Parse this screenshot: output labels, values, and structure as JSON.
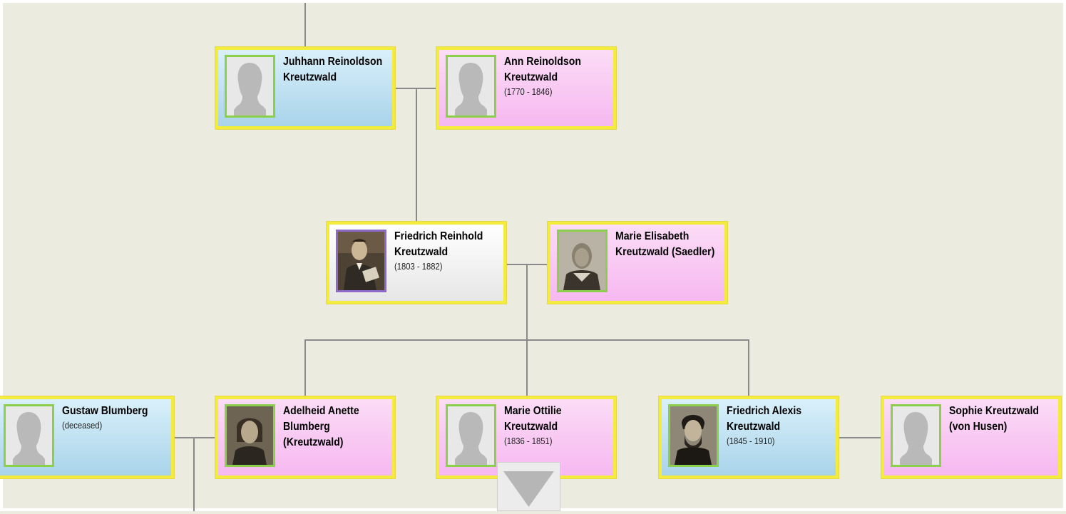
{
  "people": {
    "juhhann": {
      "name": "Juhhann Reinoldson Kreutzwald",
      "dates": "",
      "photo": "silhouette"
    },
    "ann": {
      "name": "Ann Reinoldson Kreutzwald",
      "dates": "(1770 - 1846)",
      "photo": "silhouette"
    },
    "friedrich_reinhold": {
      "name": "Friedrich Reinhold Kreutzwald",
      "dates": "(1803 - 1882)",
      "photo": "portrait"
    },
    "marie_elisabeth": {
      "name": "Marie Elisabeth Kreutzwald (Saedler)",
      "dates": "",
      "photo": "portrait"
    },
    "gustaw": {
      "name": "Gustaw Blumberg",
      "dates": "(deceased)",
      "photo": "silhouette"
    },
    "adelheid": {
      "name": "Adelheid Anette Blumberg (Kreutzwald)",
      "dates": "",
      "photo": "portrait"
    },
    "marie_ottilie": {
      "name": "Marie Ottilie Kreutzwald",
      "dates": "(1836 - 1851)",
      "photo": "silhouette"
    },
    "friedrich_alexis": {
      "name": "Friedrich Alexis Kreutzwald",
      "dates": "(1845 - 1910)",
      "photo": "portrait"
    },
    "sophie": {
      "name": "Sophie Kreutzwald (von Husen)",
      "dates": "",
      "photo": "silhouette"
    }
  },
  "icons": {
    "expand": "triangle-down-icon",
    "silhouette": "person-silhouette-icon"
  },
  "colors": {
    "background": "#ecebdf",
    "card_border": "#f4ec3c",
    "male_card": "#bfe2f3",
    "female_card": "#f9c9f3",
    "focus_card": "#f2f2f2",
    "photo_border": "#8ccf4a",
    "focus_photo_border": "#8d68c8",
    "connector": "#8a8a8a"
  }
}
